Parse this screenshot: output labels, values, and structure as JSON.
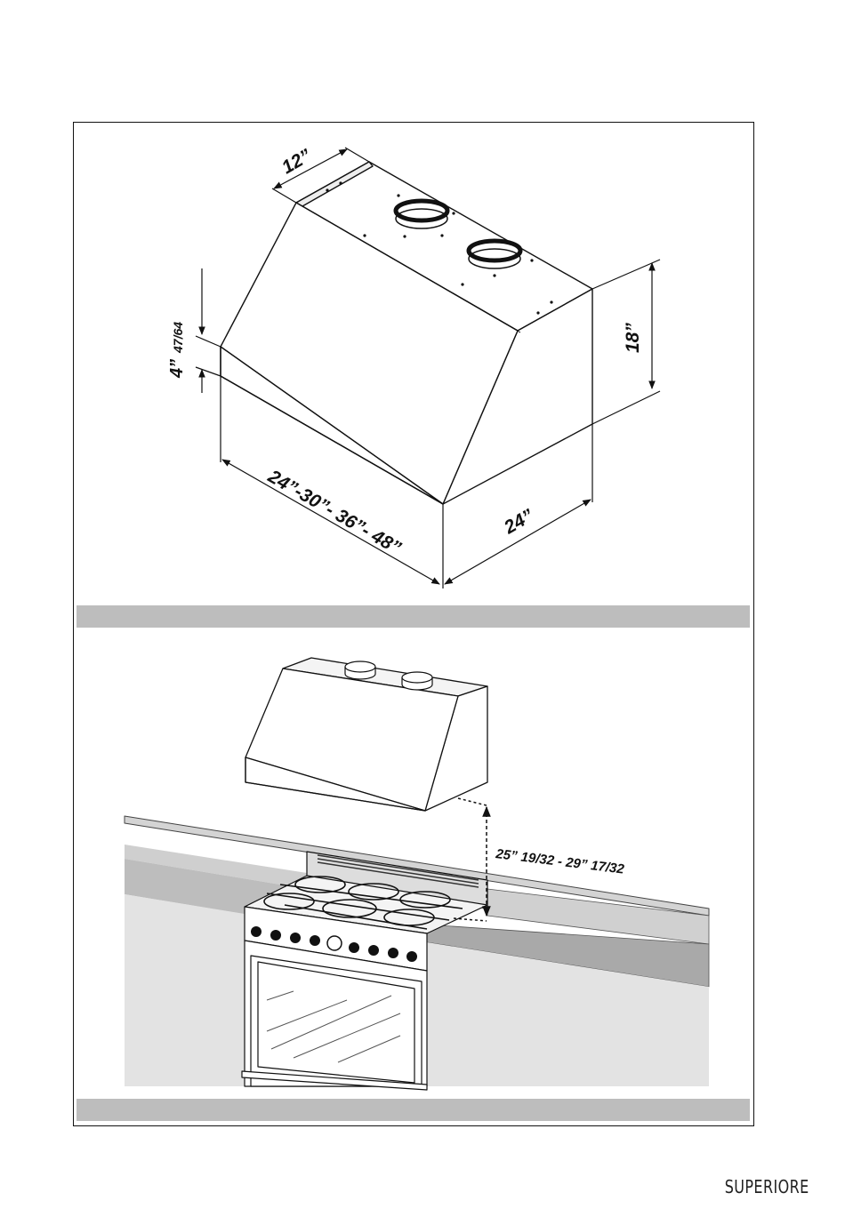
{
  "dimensions": {
    "depth_top": "12”",
    "widths": "24”-30”- 36”- 48”",
    "depth_bottom": "24”",
    "height": "18”",
    "front_height_whole": "4”",
    "front_height_fraction": "47/64",
    "mount_height": "25” 19/32 - 29” 17/32"
  },
  "footer": {
    "brand": "SUPERIORE"
  }
}
